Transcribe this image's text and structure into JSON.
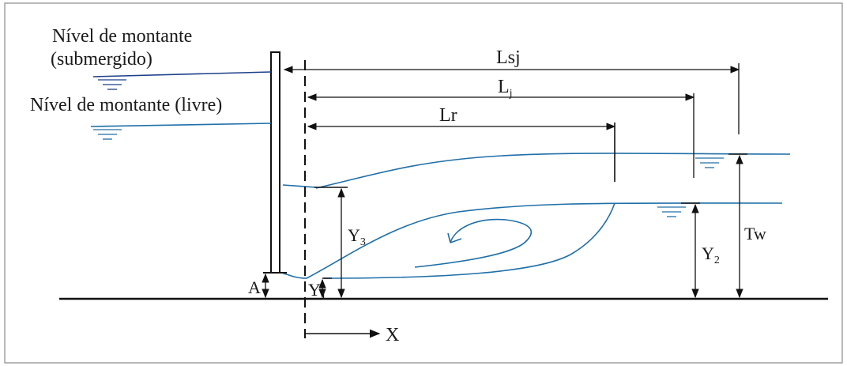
{
  "labels": {
    "upstream_submerged_line1": "Nível de montante",
    "upstream_submerged_line2": "(submergido)",
    "upstream_free": "Nível de montante (livre)",
    "lsj": "Lsj",
    "lj": "L",
    "lj_sub": "j",
    "lr": "Lr",
    "y3": "Y",
    "y3_sub": "3",
    "y1": "Y",
    "y1_sub": "1",
    "y2": "Y",
    "y2_sub": "2",
    "a": "A",
    "tw": "Tw",
    "x": "X"
  },
  "colors": {
    "water_surface": "#1f6fa8",
    "upstream_level": "#1c3f8a",
    "ink": "#111111",
    "frame": "#8a8a8a"
  }
}
